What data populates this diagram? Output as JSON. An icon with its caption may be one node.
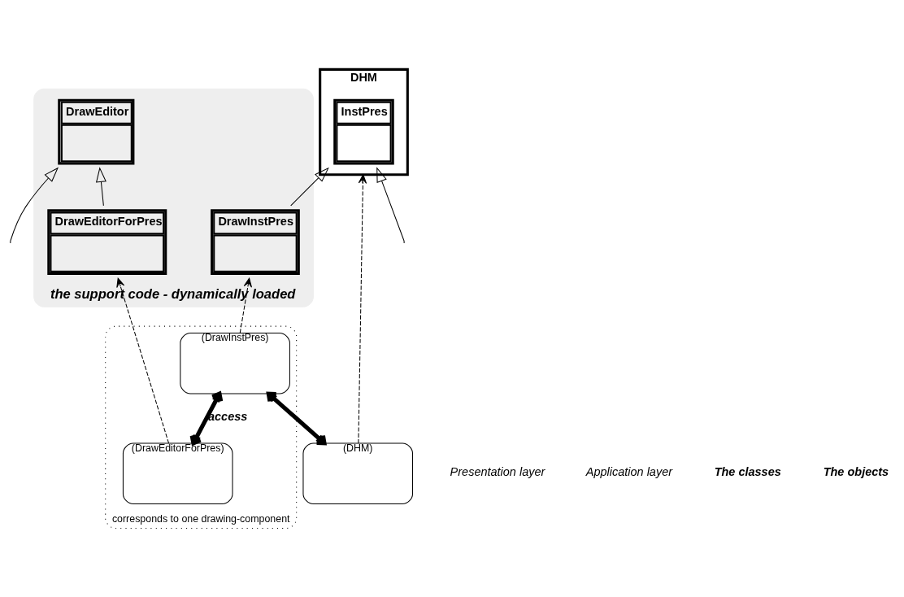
{
  "diagram": {
    "nodes": [
      {
        "text": [
          "DHM"
        ]
      },
      {
        "text": [
          "InstPres"
        ],
        "in": 0
      },
      {
        "text": [
          "the support code - dynamically loaded"
        ]
      },
      {
        "text": [
          "DrawEditor"
        ],
        "in": 2
      },
      {
        "text": [
          "DrawInstPres"
        ],
        "in": 2
      },
      {
        "text": [
          "DrawEditorForPres"
        ],
        "in": 2
      },
      {
        "text": [
          "(DHM)"
        ]
      },
      {
        "text": [
          "corresponds to one drawing-component"
        ]
      },
      {
        "text": [
          "(DrawEditorForPres)"
        ],
        "in": 7
      },
      {
        "text": [
          "(DrawInstPres)"
        ],
        "in": 7
      }
    ],
    "edges": [
      {
        "from": 4,
        "to": 1,
        "arrow": "to"
      },
      {
        "from": null,
        "to": 1,
        "arrow": "to"
      },
      {
        "from": 5,
        "to": 3,
        "arrow": "to"
      },
      {
        "from": null,
        "to": 3,
        "arrow": "to"
      },
      {
        "from": 6,
        "to": 0,
        "arrow": "to",
        "style": "dashed"
      },
      {
        "from": 9,
        "to": 4,
        "arrow": "to",
        "style": "dashed"
      },
      {
        "from": 8,
        "to": 5,
        "arrow": "to",
        "style": "dashed"
      },
      {
        "from": 6,
        "to": 9,
        "arrow": "both",
        "style": "thick"
      },
      {
        "from": 8,
        "to": 9,
        "arrow": "both",
        "style": "thick",
        "label": "access"
      }
    ],
    "labels": [
      "Presentation layer",
      "Application layer",
      "The classes",
      "The objects"
    ]
  }
}
